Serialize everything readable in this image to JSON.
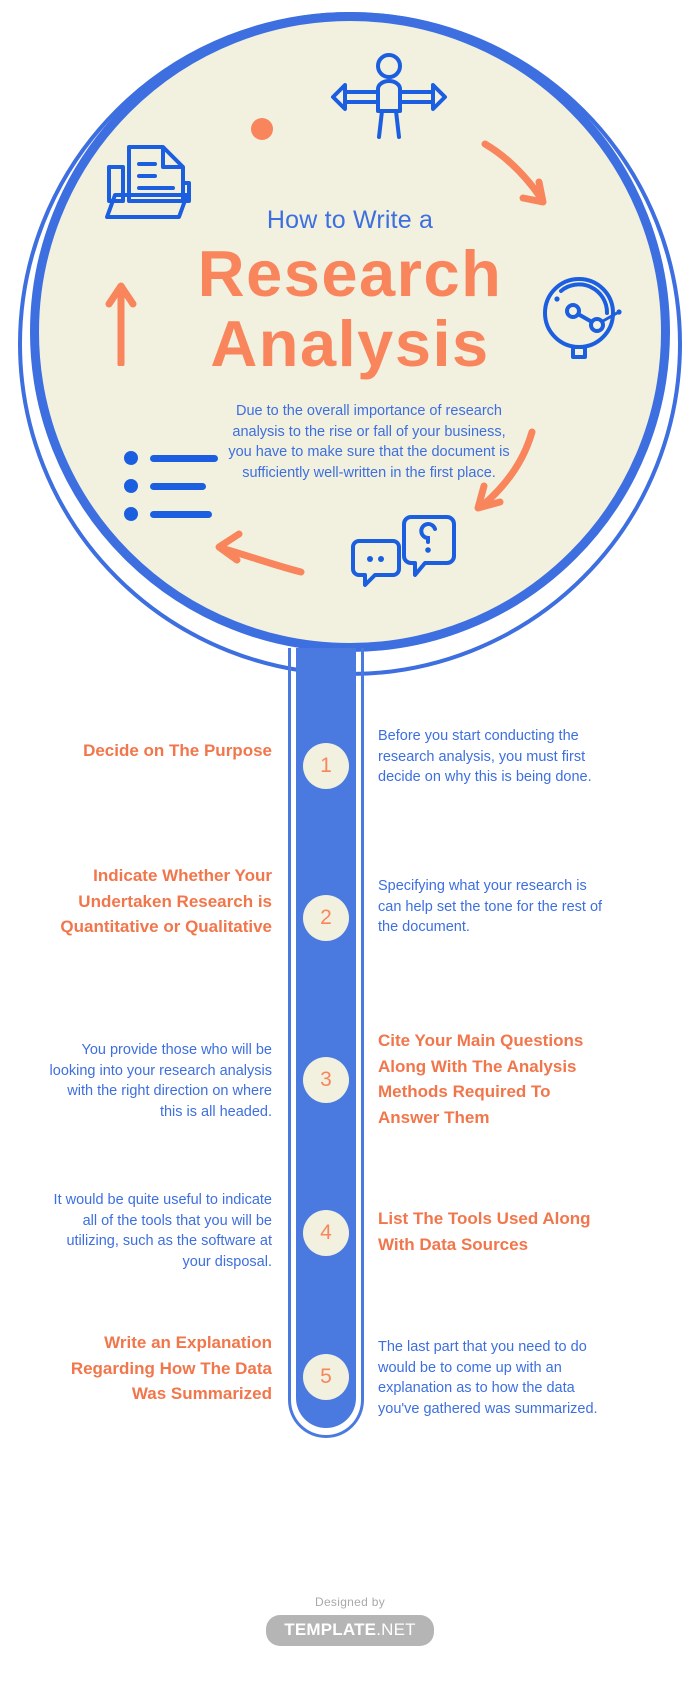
{
  "hero": {
    "kicker": "How to Write a",
    "title_line1": "Research",
    "title_line2": "Analysis",
    "lede": "Due to the overall importance of research analysis to the rise or fall of your business, you have to make sure that the document is sufficiently well-written in the first place.",
    "icons": [
      "folder-document-icon",
      "person-arrows-icon",
      "gauge-network-icon",
      "speech-bubbles-question-icon",
      "bullet-list-icon",
      "arrow-up-icon",
      "arrow-down-right-icon",
      "arrow-down-left-icon",
      "arrow-left-icon",
      "orange-dot"
    ]
  },
  "colors": {
    "blue": "#3d6fe0",
    "blue_strong": "#1b5fe0",
    "orange": "#f9855c",
    "orange_head": "#f2764b",
    "cream": "#f2f1df",
    "track": "#4a7ae0"
  },
  "steps": [
    {
      "number": "1",
      "heading": "Decide on The Purpose",
      "heading_side": "left",
      "body": "Before you start conducting the research analysis, you must first decide on why this is being done.",
      "body_side": "right"
    },
    {
      "number": "2",
      "heading": "Indicate Whether Your Undertaken Research is Quantitative or Qualitative",
      "heading_side": "left",
      "body": "Specifying what your research is can help set the tone for the rest of the document.",
      "body_side": "right"
    },
    {
      "number": "3",
      "heading": "Cite Your Main Questions Along With The Analysis Methods Required To Answer Them",
      "heading_side": "right",
      "body": "You provide those who will be looking into your research analysis with the right direction on where this is all headed.",
      "body_side": "left"
    },
    {
      "number": "4",
      "heading": "List The Tools Used Along With Data Sources",
      "heading_side": "right",
      "body": "It would be quite useful to indicate all of the tools that you will be utilizing, such as the software at your disposal.",
      "body_side": "left"
    },
    {
      "number": "5",
      "heading": "Write an Explanation Regarding How The Data Was Summarized",
      "heading_side": "left",
      "body": "The last part that you need to do would be to come up with an explanation as to how the data you've gathered was summarized.",
      "body_side": "right"
    }
  ],
  "footer": {
    "designed_by": "Designed by",
    "brand_bold": "TEMPLATE",
    "brand_light": ".NET"
  }
}
